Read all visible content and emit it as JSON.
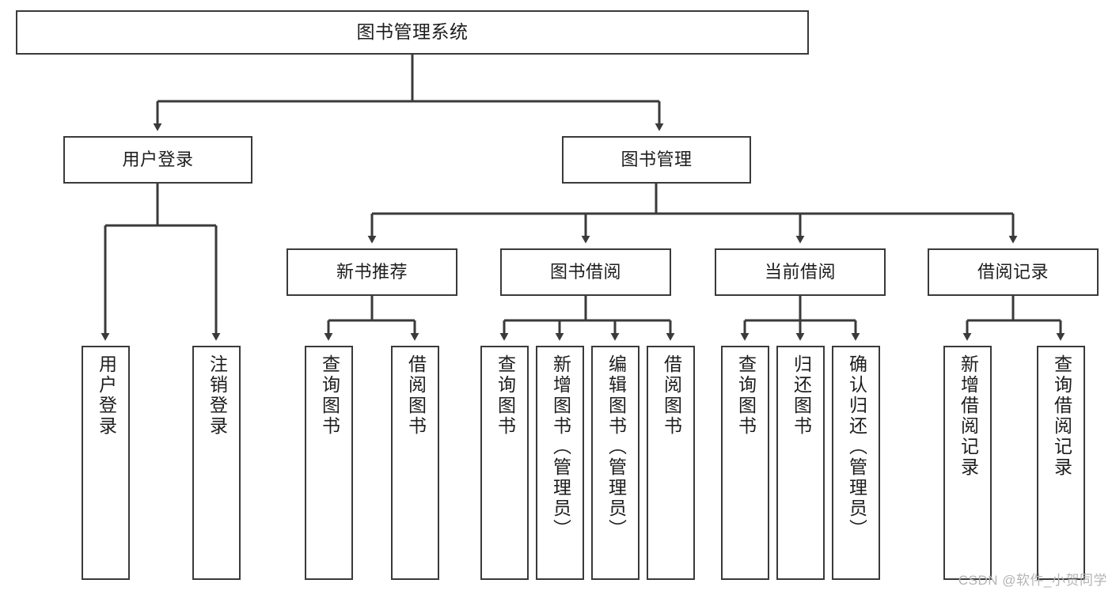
{
  "diagram": {
    "title": "图书管理系统",
    "type": "tree",
    "colors": {
      "node_border": "#3a3a3a",
      "node_fill": "#ffffff",
      "connector": "#3a3a3a",
      "text": "#1d1d1d",
      "watermark": "#b4b4b4",
      "background": "#ffffff"
    },
    "root": {
      "label": "图书管理系统"
    },
    "level2": [
      {
        "label": "用户登录"
      },
      {
        "label": "图书管理"
      }
    ],
    "level3": [
      {
        "label": "新书推荐"
      },
      {
        "label": "图书借阅"
      },
      {
        "label": "当前借阅"
      },
      {
        "label": "借阅记录"
      }
    ],
    "leaves": [
      {
        "label": "用户登录",
        "parent": "用户登录"
      },
      {
        "label": "注销登录",
        "parent": "用户登录"
      },
      {
        "label": "查询图书",
        "parent": "新书推荐"
      },
      {
        "label": "借阅图书",
        "parent": "新书推荐"
      },
      {
        "label": "查询图书",
        "parent": "图书借阅"
      },
      {
        "label": "新增图书（管理员）",
        "parent": "图书借阅"
      },
      {
        "label": "编辑图书（管理员）",
        "parent": "图书借阅"
      },
      {
        "label": "借阅图书",
        "parent": "图书借阅"
      },
      {
        "label": "查询图书",
        "parent": "当前借阅"
      },
      {
        "label": "归还图书",
        "parent": "当前借阅"
      },
      {
        "label": "确认归还（管理员）",
        "parent": "当前借阅"
      },
      {
        "label": "新增借阅记录",
        "parent": "借阅记录"
      },
      {
        "label": "查询借阅记录",
        "parent": "借阅记录"
      }
    ]
  },
  "watermark": {
    "text": "CSDN @软件_小贺同学"
  }
}
